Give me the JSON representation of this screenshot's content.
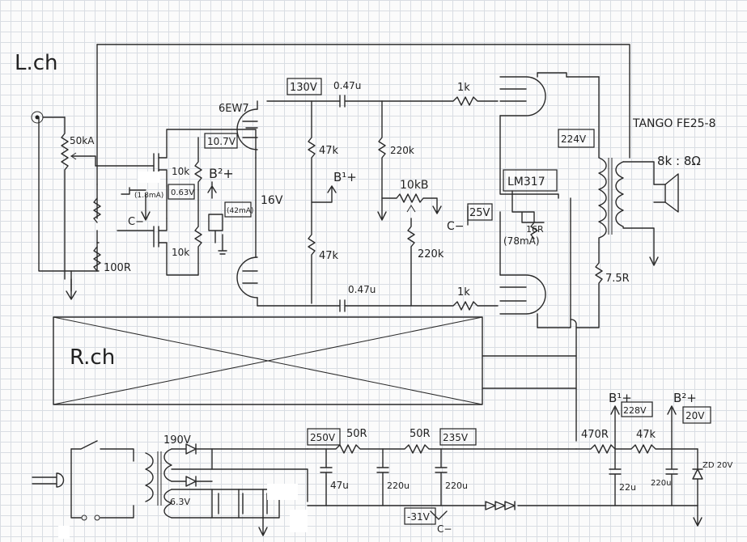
{
  "section_labels": {
    "left_channel": "L.ch",
    "right_channel": "R.ch"
  },
  "components": {
    "volume_pot": "50kA",
    "r_100": "100R",
    "tube": "6EW7",
    "cap_coupling_top": "0.47u",
    "cap_coupling_bottom": "0.47u",
    "r_1k_top": "1k",
    "r_1k_bottom": "1k",
    "r_10k_top": "10k",
    "r_10k_bottom": "10k",
    "r_47k_top": "47k",
    "r_47k_bottom": "47k",
    "r_220k_top": "220k",
    "r_220k_bottom": "220k",
    "pot_10kb": "10kB",
    "regulator": "LM317",
    "r_16": "16R",
    "r_7_5": "7.5R",
    "speaker": "TANGO FE25-8",
    "impedance": "8k : 8Ω",
    "r_50_a": "50R",
    "r_50_b": "50R",
    "r_470": "470R",
    "r_47k_supply": "47k",
    "cap_47u": "47u",
    "cap_220u_a": "220u",
    "cap_220u_b": "220u",
    "cap_22u": "22u",
    "cap_220u_c": "220u",
    "zener": "ZD 20V",
    "heater": "6.3V"
  },
  "voltages": {
    "plate": "130V",
    "cathode": "10.7V",
    "current_small": "(1.8mA)",
    "gate_bias": "0.63V",
    "current_mid": "(42mA)",
    "screen": "16V",
    "output_reg": "25V",
    "current_reg": "(78mA)",
    "b_plus_out": "224V",
    "transformer_sec": "190V",
    "supply_1": "250V",
    "supply_2": "235V",
    "b1_value": "228V",
    "b2_value": "20V",
    "neg_supply": "-31V"
  },
  "net_labels": {
    "b2_plus_a": "B²+",
    "b1_plus_a": "B¹+",
    "c_minus_a": "C−",
    "c_minus_b": "C−",
    "b1_plus_b": "B¹+",
    "b2_plus_b": "B²+",
    "c_minus_c": "C−"
  }
}
